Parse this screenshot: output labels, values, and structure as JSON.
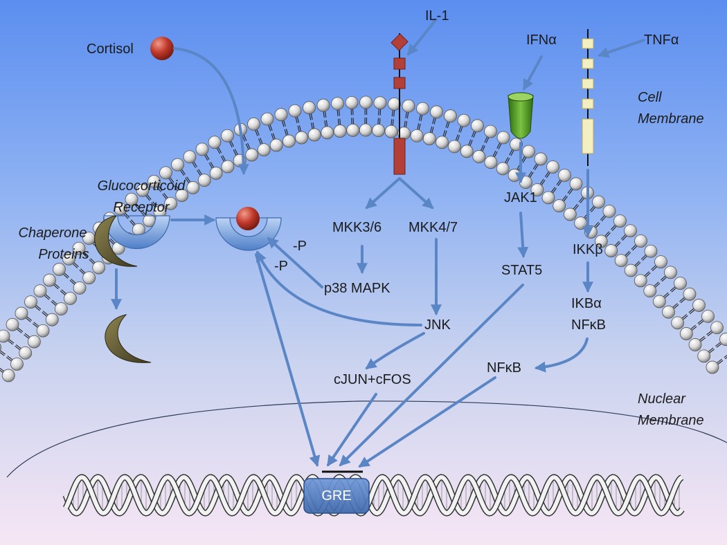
{
  "labels": {
    "cortisol": "Cortisol",
    "il1": "IL-1",
    "ifna": "IFNα",
    "tnfa": "TNFα",
    "cell_membrane_1": "Cell",
    "cell_membrane_2": "Membrane",
    "gc_receptor_1": "Glucocorticoid",
    "gc_receptor_2": "Receptor",
    "chaperone_1": "Chaperone",
    "chaperone_2": "Proteins",
    "mkk36": "MKK3/6",
    "mkk47": "MKK4/7",
    "p38": "p38 MAPK",
    "jnk": "JNK",
    "jak1": "JAK1",
    "stat5": "STAT5",
    "ikkb": "IKKβ",
    "ikba": "IKBα",
    "nfkb_complex": "NFκB",
    "nfkb": "NFκB",
    "phospho_1": "-P",
    "phospho_2": "-P",
    "cjun": "cJUN+cFOS",
    "nuclear_membrane_1": "Nuclear",
    "nuclear_membrane_2": "Membrane",
    "gre": "GRE"
  },
  "colors": {
    "arrow": "#5a86c6",
    "ligand": "#c0392b",
    "receptor": "#6e9ee0",
    "chaperone": "#5f5630",
    "il1_receptor": "#b34038",
    "ifn_receptor": "#4a8a1e",
    "tnf_receptor": "#f4efc0",
    "gre_box": "#4a78c0"
  }
}
